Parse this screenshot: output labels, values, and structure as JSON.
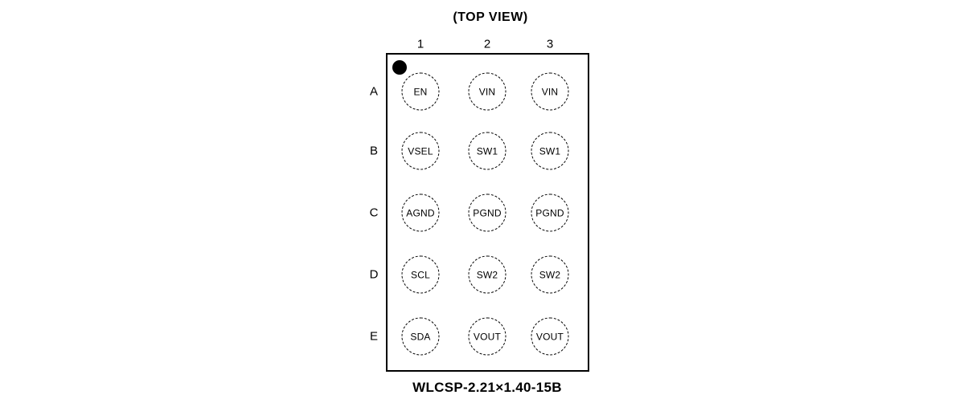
{
  "diagram": {
    "title": "(TOP VIEW)",
    "package_label": "WLCSP-2.21×1.40-15B",
    "columns": [
      "1",
      "2",
      "3"
    ],
    "rows": [
      {
        "label": "A",
        "pins": [
          "EN",
          "VIN",
          "VIN"
        ]
      },
      {
        "label": "B",
        "pins": [
          "VSEL",
          "SW1",
          "SW1"
        ]
      },
      {
        "label": "C",
        "pins": [
          "AGND",
          "PGND",
          "PGND"
        ]
      },
      {
        "label": "D",
        "pins": [
          "SCL",
          "SW2",
          "SW2"
        ]
      },
      {
        "label": "E",
        "pins": [
          "SDA",
          "VOUT",
          "VOUT"
        ]
      }
    ],
    "colors": {
      "line": "#000000",
      "background": "#ffffff"
    }
  }
}
